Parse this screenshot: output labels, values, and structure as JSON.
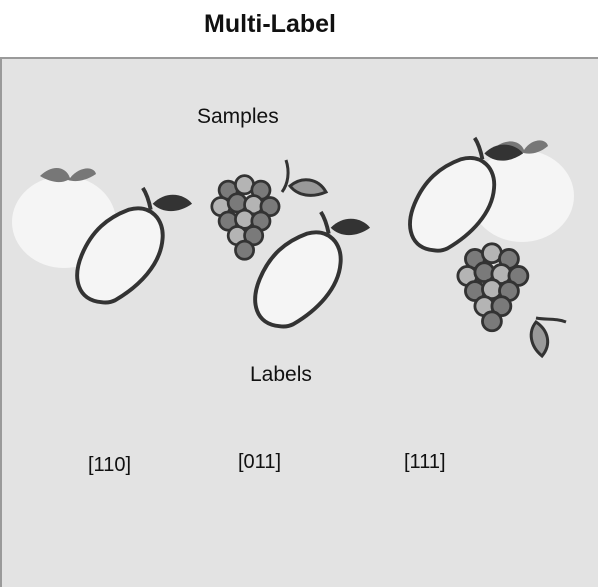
{
  "title": "Multi-Label",
  "samples_caption": "Samples",
  "labels_caption": "Labels",
  "samples": [
    {
      "icon": "orange-mango-icon",
      "label": "[110]"
    },
    {
      "icon": "grapes-mango-icon",
      "label": "[011]"
    },
    {
      "icon": "mango-orange-grapes-icon",
      "label": "[111]"
    }
  ],
  "colors": {
    "panel": "#e3e3e3",
    "orange_fill": "#f5f5f5",
    "leaf_dark": "#333333",
    "leaf_mid": "#777777",
    "grape_dark": "#7a7a7a",
    "grape_light": "#b4b4b4",
    "mango_fill": "#f5f5f5",
    "outline": "#333333"
  }
}
